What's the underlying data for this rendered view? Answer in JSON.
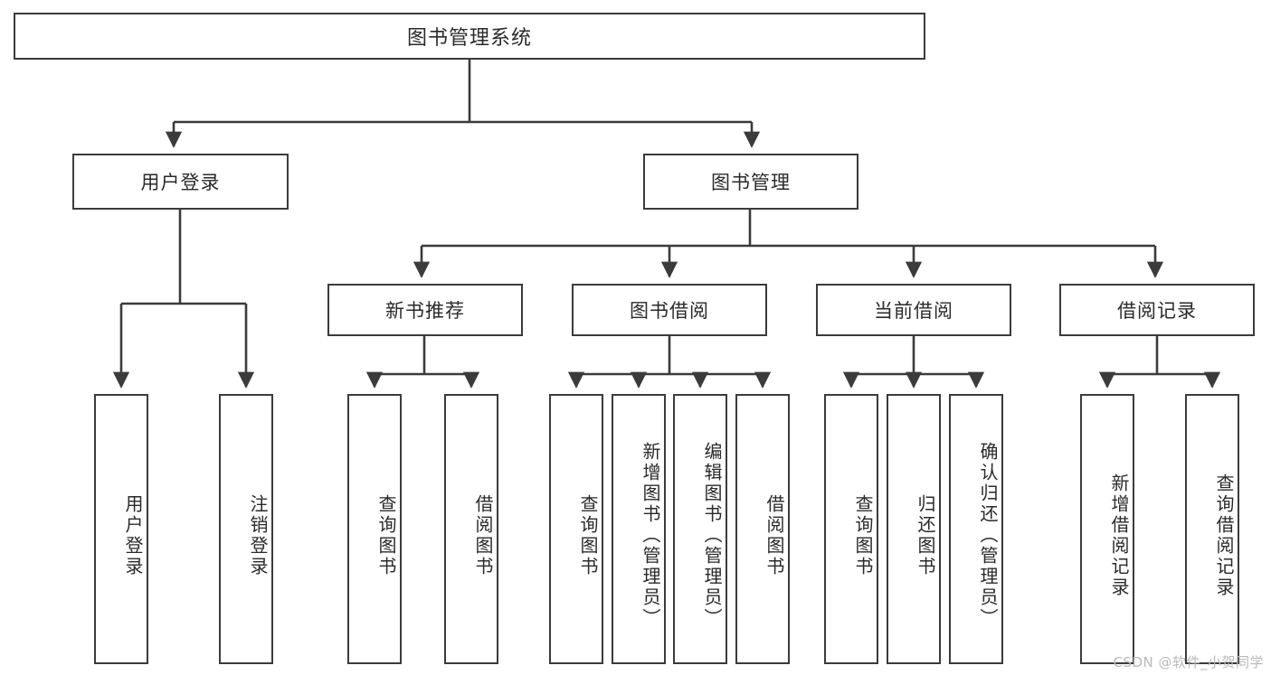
{
  "diagram": {
    "type": "tree",
    "title": "图书管理系统",
    "root": {
      "label": "图书管理系统"
    },
    "level2": [
      {
        "label": "用户登录"
      },
      {
        "label": "图书管理"
      }
    ],
    "level3": [
      {
        "label": "新书推荐"
      },
      {
        "label": "图书借阅"
      },
      {
        "label": "当前借阅"
      },
      {
        "label": "借阅记录"
      }
    ],
    "leaves": {
      "user_login": [
        {
          "label": "用户登录"
        },
        {
          "label": "注销登录"
        }
      ],
      "new_book_recommend": [
        {
          "label": "查询图书"
        },
        {
          "label": "借阅图书"
        }
      ],
      "book_borrow": [
        {
          "label": "查询图书"
        },
        {
          "label": "新增图书（管理员）"
        },
        {
          "label": "编辑图书（管理员）"
        },
        {
          "label": "借阅图书"
        }
      ],
      "current_borrow": [
        {
          "label": "查询图书"
        },
        {
          "label": "归还图书"
        },
        {
          "label": "确认归还（管理员）"
        }
      ],
      "borrow_record": [
        {
          "label": "新增借阅记录"
        },
        {
          "label": "查询借阅记录"
        }
      ]
    }
  },
  "watermark": {
    "text": "CSDN @软件_小贺同学"
  },
  "colors": {
    "stroke": "#3b3b3b",
    "text": "#2a2a2a",
    "background": "#ffffff",
    "watermark": "#b9b9b9"
  }
}
